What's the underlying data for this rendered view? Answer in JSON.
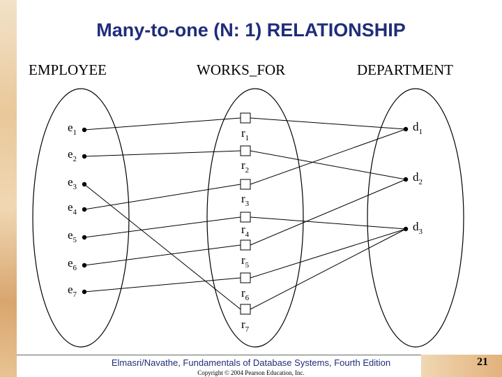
{
  "slide": {
    "title": "Many-to-one (N: 1) RELATIONSHIP",
    "headers": {
      "employee": "EMPLOYEE",
      "works_for": "WORKS_FOR",
      "department": "DEPARTMENT"
    },
    "footer": "Elmasri/Navathe, Fundamentals of Database Systems, Fourth Edition",
    "copyright": "Copyright © 2004 Pearson Education, Inc.",
    "page_number": "21"
  },
  "diagram": {
    "employees": [
      {
        "base": "e",
        "sub": "1"
      },
      {
        "base": "e",
        "sub": "2"
      },
      {
        "base": "e",
        "sub": "3"
      },
      {
        "base": "e",
        "sub": "4"
      },
      {
        "base": "e",
        "sub": "5"
      },
      {
        "base": "e",
        "sub": "6"
      },
      {
        "base": "e",
        "sub": "7"
      }
    ],
    "relationships": [
      {
        "base": "r",
        "sub": "1"
      },
      {
        "base": "r",
        "sub": "2"
      },
      {
        "base": "r",
        "sub": "3"
      },
      {
        "base": "r",
        "sub": "4"
      },
      {
        "base": "r",
        "sub": "5"
      },
      {
        "base": "r",
        "sub": "6"
      },
      {
        "base": "r",
        "sub": "7"
      }
    ],
    "departments": [
      {
        "base": "d",
        "sub": "1"
      },
      {
        "base": "d",
        "sub": "2"
      },
      {
        "base": "d",
        "sub": "3"
      }
    ],
    "links": [
      {
        "rel": 0,
        "employee": 0,
        "department": 0
      },
      {
        "rel": 1,
        "employee": 1,
        "department": 1
      },
      {
        "rel": 2,
        "employee": 3,
        "department": 0
      },
      {
        "rel": 3,
        "employee": 4,
        "department": 2
      },
      {
        "rel": 4,
        "employee": 5,
        "department": 1
      },
      {
        "rel": 5,
        "employee": 6,
        "department": 2
      },
      {
        "rel": 6,
        "employee": 2,
        "department": 2
      }
    ]
  }
}
